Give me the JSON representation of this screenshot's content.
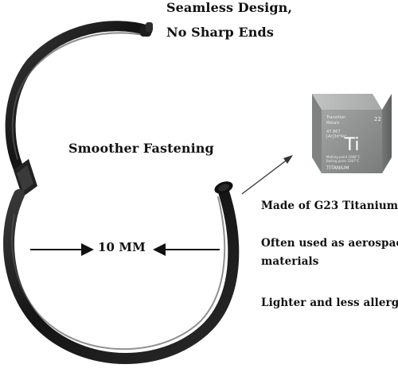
{
  "captions": {
    "seamless_line1": "Seamless Design,",
    "seamless_line2": "No Sharp Ends",
    "smoother": "Smoother Fastening",
    "size": "10 MM",
    "material": "Made of G23 Titanium",
    "aerospace_line1": "Often used as aerospace",
    "aerospace_line2": "materials",
    "allergy": "Lighter and less allergic"
  },
  "element_cube": {
    "symbol": "Ti",
    "name": "TITANIUM",
    "atomic_number": "22",
    "atomic_mass": "47.867",
    "category_line1": "Transition",
    "category_line2": "Metals",
    "config": "[Ar]3d²4s²",
    "melting": "Melting point 1668°C",
    "boiling": "Boiling point 3287°C"
  },
  "colors": {
    "ring": "#161616",
    "ring_highlight": "#4a4a4a",
    "cube_front": "#8d8f8f",
    "cube_top": "#b6b8b8",
    "cube_side": "#6b6d6d",
    "text": "#111111"
  }
}
